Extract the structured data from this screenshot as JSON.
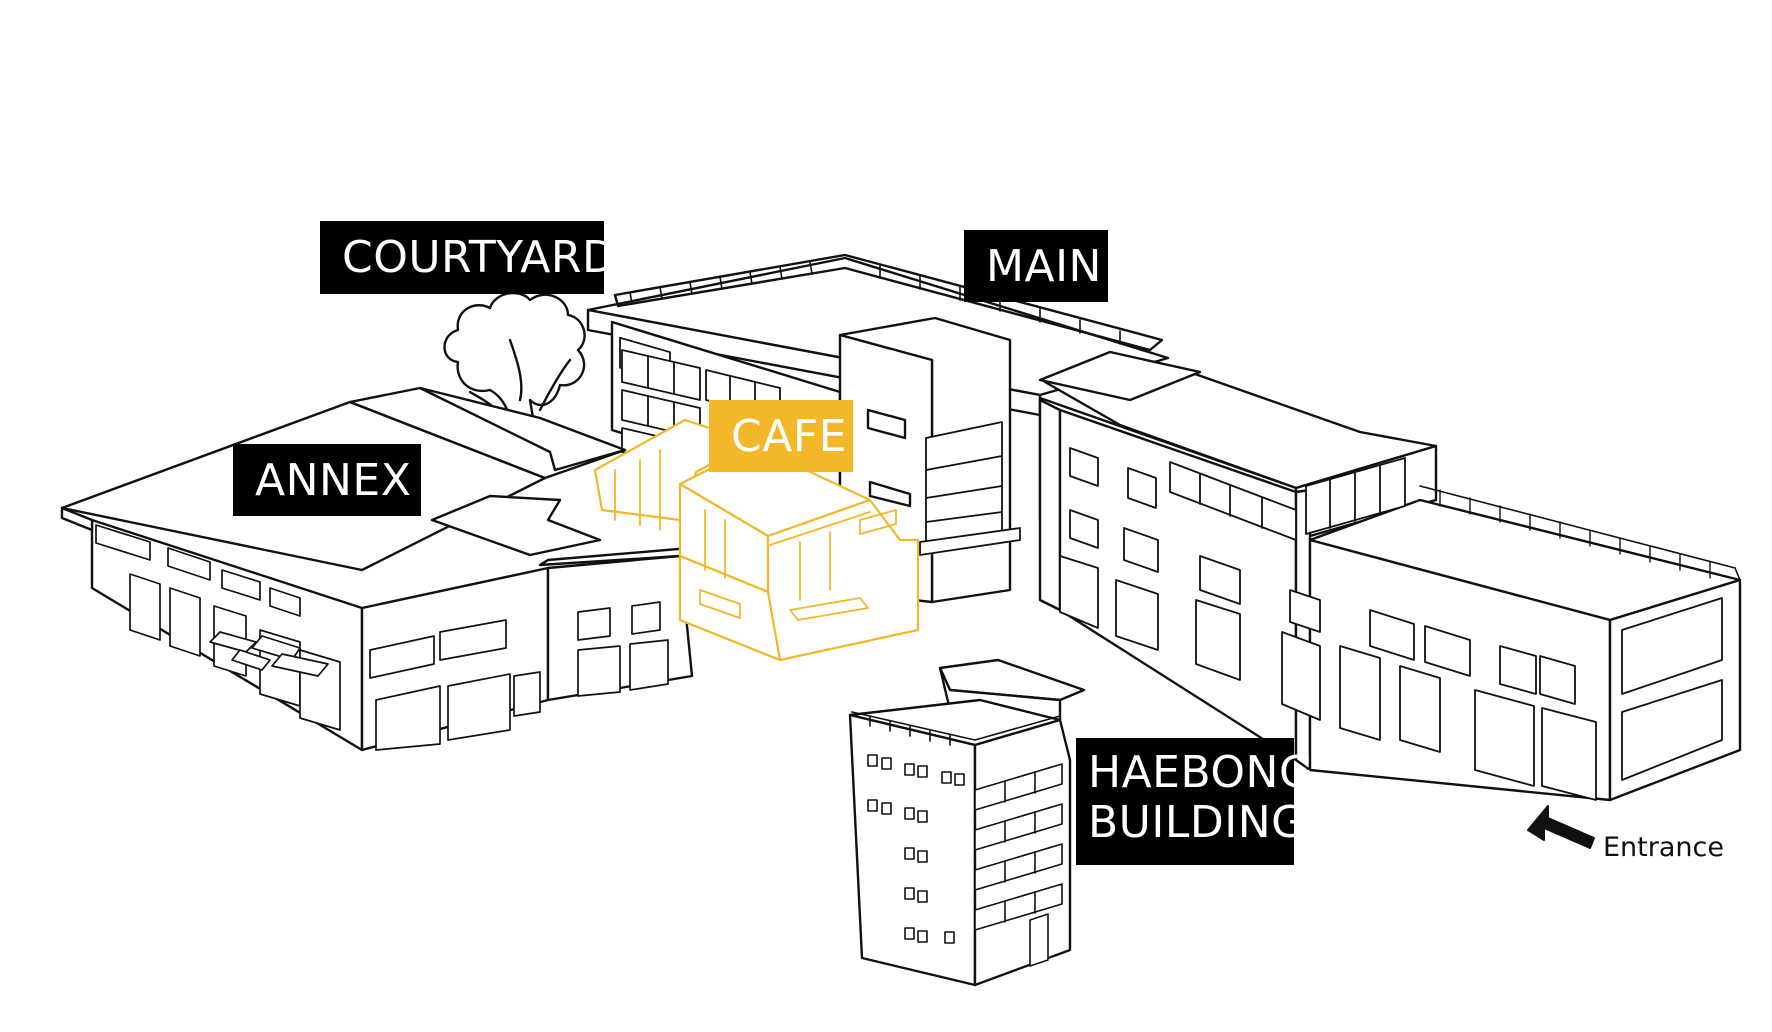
{
  "labels": {
    "courtyard": "COURTYARD",
    "main": "MAIN",
    "annex": "ANNEX",
    "cafe": "CAFE",
    "haebong_line1": "HAEBONG",
    "haebong_line2": "BUILDING"
  },
  "entrance": {
    "label": "Entrance",
    "icon": "arrow-up-left-icon"
  },
  "colors": {
    "line": "#111111",
    "tag_bg": "#000000",
    "tag_text": "#ffffff",
    "highlight": "#f3b72a"
  }
}
